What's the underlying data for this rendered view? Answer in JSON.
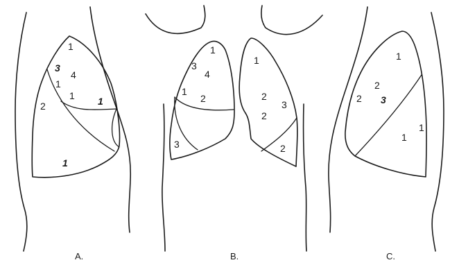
{
  "panels": [
    {
      "id": "A",
      "caption": "A.",
      "labels": [
        {
          "text": "1",
          "bold": false
        },
        {
          "text": "3",
          "bold": true
        },
        {
          "text": "4",
          "bold": false
        },
        {
          "text": "1",
          "bold": false
        },
        {
          "text": "1",
          "bold": false
        },
        {
          "text": "2",
          "bold": false
        },
        {
          "text": "1",
          "bold": true
        },
        {
          "text": "1",
          "bold": true
        }
      ]
    },
    {
      "id": "B",
      "caption": "B.",
      "labels": [
        {
          "text": "1",
          "bold": false
        },
        {
          "text": "3",
          "bold": false
        },
        {
          "text": "4",
          "bold": false
        },
        {
          "text": "1",
          "bold": false
        },
        {
          "text": "2",
          "bold": false
        },
        {
          "text": "3",
          "bold": false
        },
        {
          "text": "1",
          "bold": false
        },
        {
          "text": "2",
          "bold": false
        },
        {
          "text": "3",
          "bold": false
        },
        {
          "text": "2",
          "bold": false
        },
        {
          "text": "2",
          "bold": false
        }
      ]
    },
    {
      "id": "C",
      "caption": "C.",
      "labels": [
        {
          "text": "1",
          "bold": false
        },
        {
          "text": "2",
          "bold": false
        },
        {
          "text": "2",
          "bold": false
        },
        {
          "text": "3",
          "bold": true
        },
        {
          "text": "1",
          "bold": false
        },
        {
          "text": "1",
          "bold": false
        }
      ]
    }
  ]
}
